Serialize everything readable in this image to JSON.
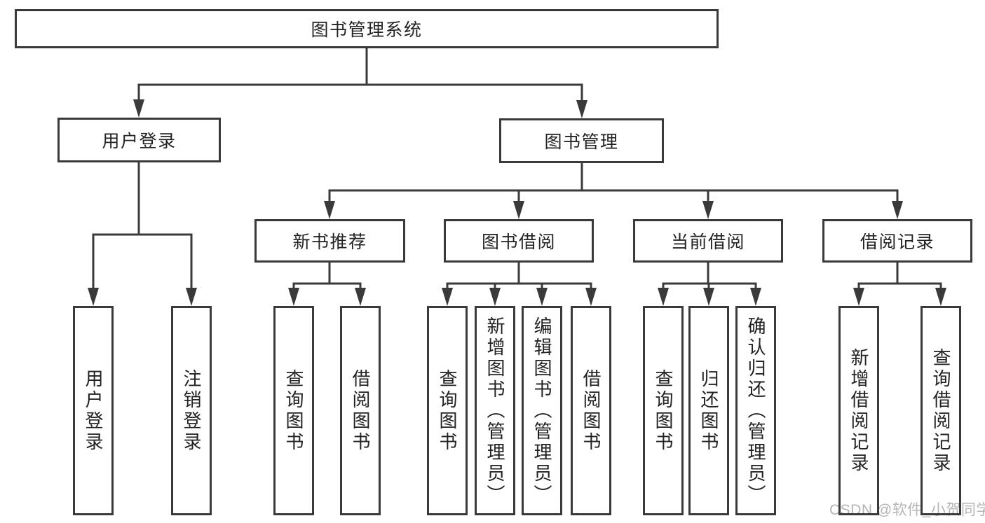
{
  "tree": {
    "root": "图书管理系统",
    "branches": [
      {
        "label": "用户登录",
        "children": [
          "用户登录",
          "注销登录"
        ]
      },
      {
        "label": "图书管理",
        "groups": [
          {
            "label": "新书推荐",
            "children": [
              "查询图书",
              "借阅图书"
            ]
          },
          {
            "label": "图书借阅",
            "children": [
              "查询图书",
              "新增图书（管理员）",
              "编辑图书（管理员）",
              "借阅图书"
            ]
          },
          {
            "label": "当前借阅",
            "children": [
              "查询图书",
              "归还图书",
              "确认归还（管理员）"
            ]
          },
          {
            "label": "借阅记录",
            "children": [
              "新增借阅记录",
              "查询借阅记录"
            ]
          }
        ]
      }
    ]
  },
  "watermark": "CSDN @软件_小贺同学",
  "colors": {
    "line": "#3a3a3a",
    "text": "#222222",
    "watermark": "#b5b5b5",
    "background": "#ffffff"
  }
}
